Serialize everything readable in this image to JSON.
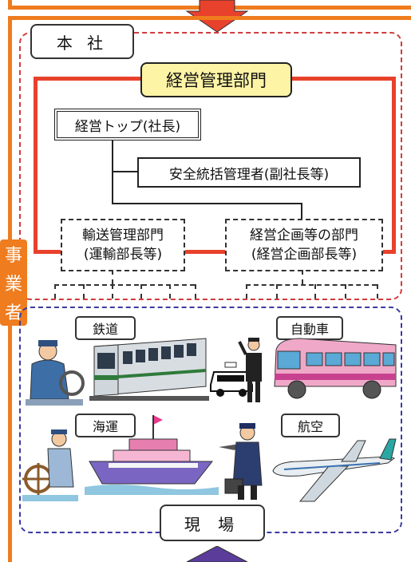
{
  "company": {
    "hq_label": "本 社",
    "management_dept": "経営管理部門",
    "top_management": "経営トップ(社長)",
    "safety_manager": "安全統括管理者(副社長等)",
    "transport_dept": {
      "line1": "輸送管理部門",
      "line2": "(運輸部長等)"
    },
    "planning_dept": {
      "line1": "経営企画等の部門",
      "line2": "(経営企画部長等)"
    }
  },
  "operator_label": [
    "事",
    "業",
    "者"
  ],
  "field": {
    "label": "現 場",
    "modes": [
      "鉄道",
      "自動車",
      "海運",
      "航空"
    ]
  },
  "colors": {
    "orange": "#ef7c1e",
    "red": "#e8412c",
    "purple": "#5b3c9a",
    "yellow_fill": "#fdf4a6",
    "red_dash": "#d23b3b",
    "blue_dash": "#3b3ba0"
  }
}
